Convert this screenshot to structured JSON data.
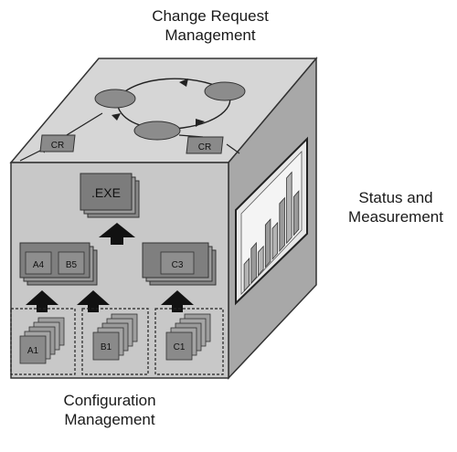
{
  "captions": {
    "change_request": [
      "Change Request",
      "Management"
    ],
    "status": [
      "Status and",
      "Measurement"
    ],
    "configuration": [
      "Configuration",
      "Management"
    ]
  },
  "labels": {
    "cr_left": "CR",
    "cr_right": "CR",
    "exe": ".EXE",
    "a4": "A4",
    "b5": "B5",
    "c3": "C3",
    "a1": "A1",
    "b1": "B1",
    "c1": "C1"
  },
  "status_chart": {
    "values": [
      0.35,
      0.45,
      0.3,
      0.55,
      0.4,
      0.62,
      0.85,
      0.5
    ]
  }
}
